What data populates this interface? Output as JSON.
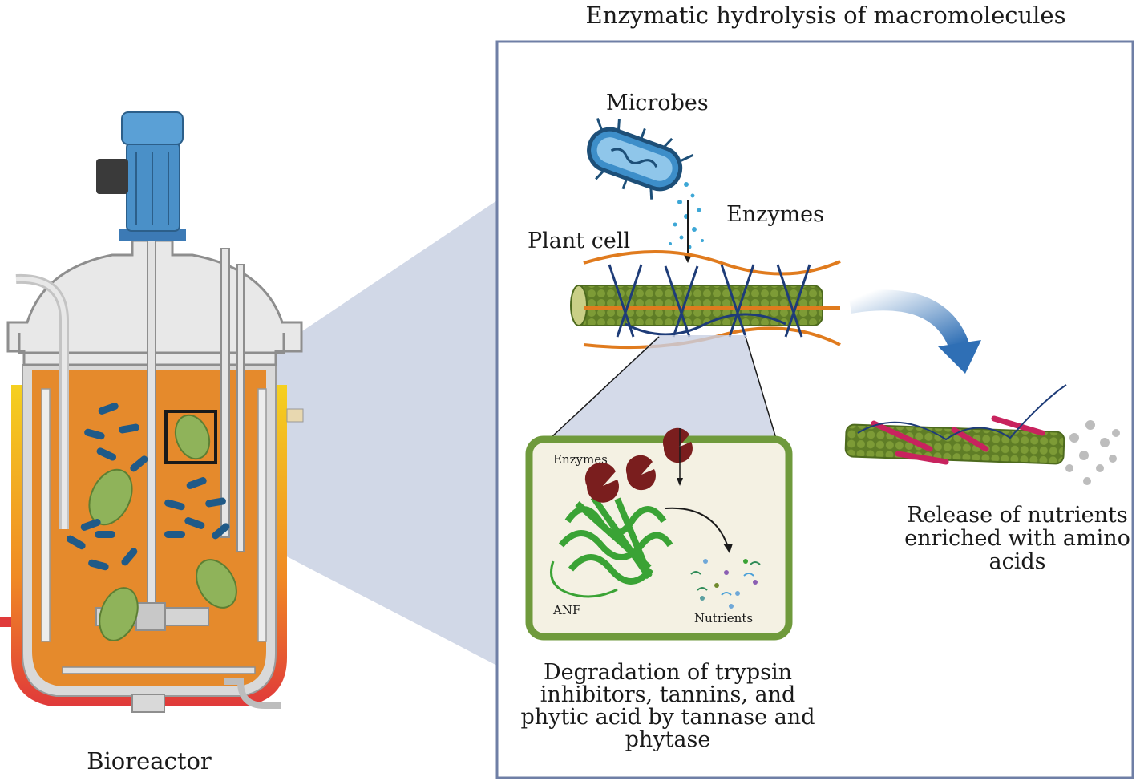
{
  "figure": {
    "title": "Enzymatic hydrolysis of macromolecules",
    "bioreactor_label": "Bioreactor",
    "microbes_label": "Microbes",
    "enzymes_label": "Enzymes",
    "plant_cell_label": "Plant cell",
    "inset": {
      "enzymes_label": "Enzymes",
      "anf_label": "ANF",
      "nutrients_label": "Nutrients"
    },
    "degradation_caption": "Degradation of trypsin inhibitors, tannins, and phytic acid by tannase and phytase",
    "release_caption": "Release of nutrients enriched with amino acids"
  },
  "colors": {
    "medium": "#e58a2c",
    "vessel_wall": "#d9d9d9",
    "motor": "#4a90c8",
    "bacteria": "#1f5a88",
    "leaf": "#8fb35a",
    "panel_border": "#6f7fa6",
    "zoom_wedge": "#c9d1e3",
    "plant_fiber": "#6f8a2c",
    "cell_wall": "#e07b1e",
    "enzyme": "#7a1e1e",
    "protein": "#3aa335",
    "arrow_blue": "#2f6fb5"
  }
}
